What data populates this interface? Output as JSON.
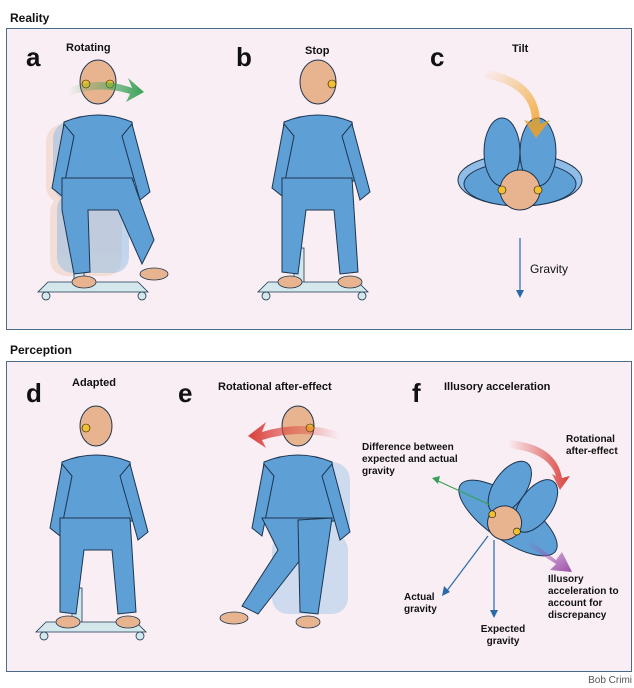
{
  "sections": {
    "reality": "Reality",
    "perception": "Perception"
  },
  "panels": {
    "a": {
      "letter": "a",
      "title": "Rotating"
    },
    "b": {
      "letter": "b",
      "title": "Stop"
    },
    "c": {
      "letter": "c",
      "title": "Tilt",
      "gravity": "Gravity"
    },
    "d": {
      "letter": "d",
      "title": "Adapted"
    },
    "e": {
      "letter": "e",
      "title": "Rotational after-effect"
    },
    "f": {
      "letter": "f",
      "title": "Illusory acceleration",
      "difference": "Difference between expected and actual gravity",
      "rotational_after_effect": "Rotational after-effect",
      "actual_gravity": "Actual gravity",
      "expected_gravity": "Expected gravity",
      "illusory": "Illusory acceleration to account for discrepancy"
    }
  },
  "credit": "Bob Crimi",
  "colors": {
    "body": "#5e9fd6",
    "outline": "#1d3550",
    "skin": "#e8b48f",
    "chair": "#d4e8ec",
    "green_arrow": "#3aa157",
    "orange_arrow": "#f0a020",
    "red_arrow": "#d9403a",
    "purple_arrow": "#9a4fa8",
    "blue_arrow": "#2a6aa8"
  }
}
